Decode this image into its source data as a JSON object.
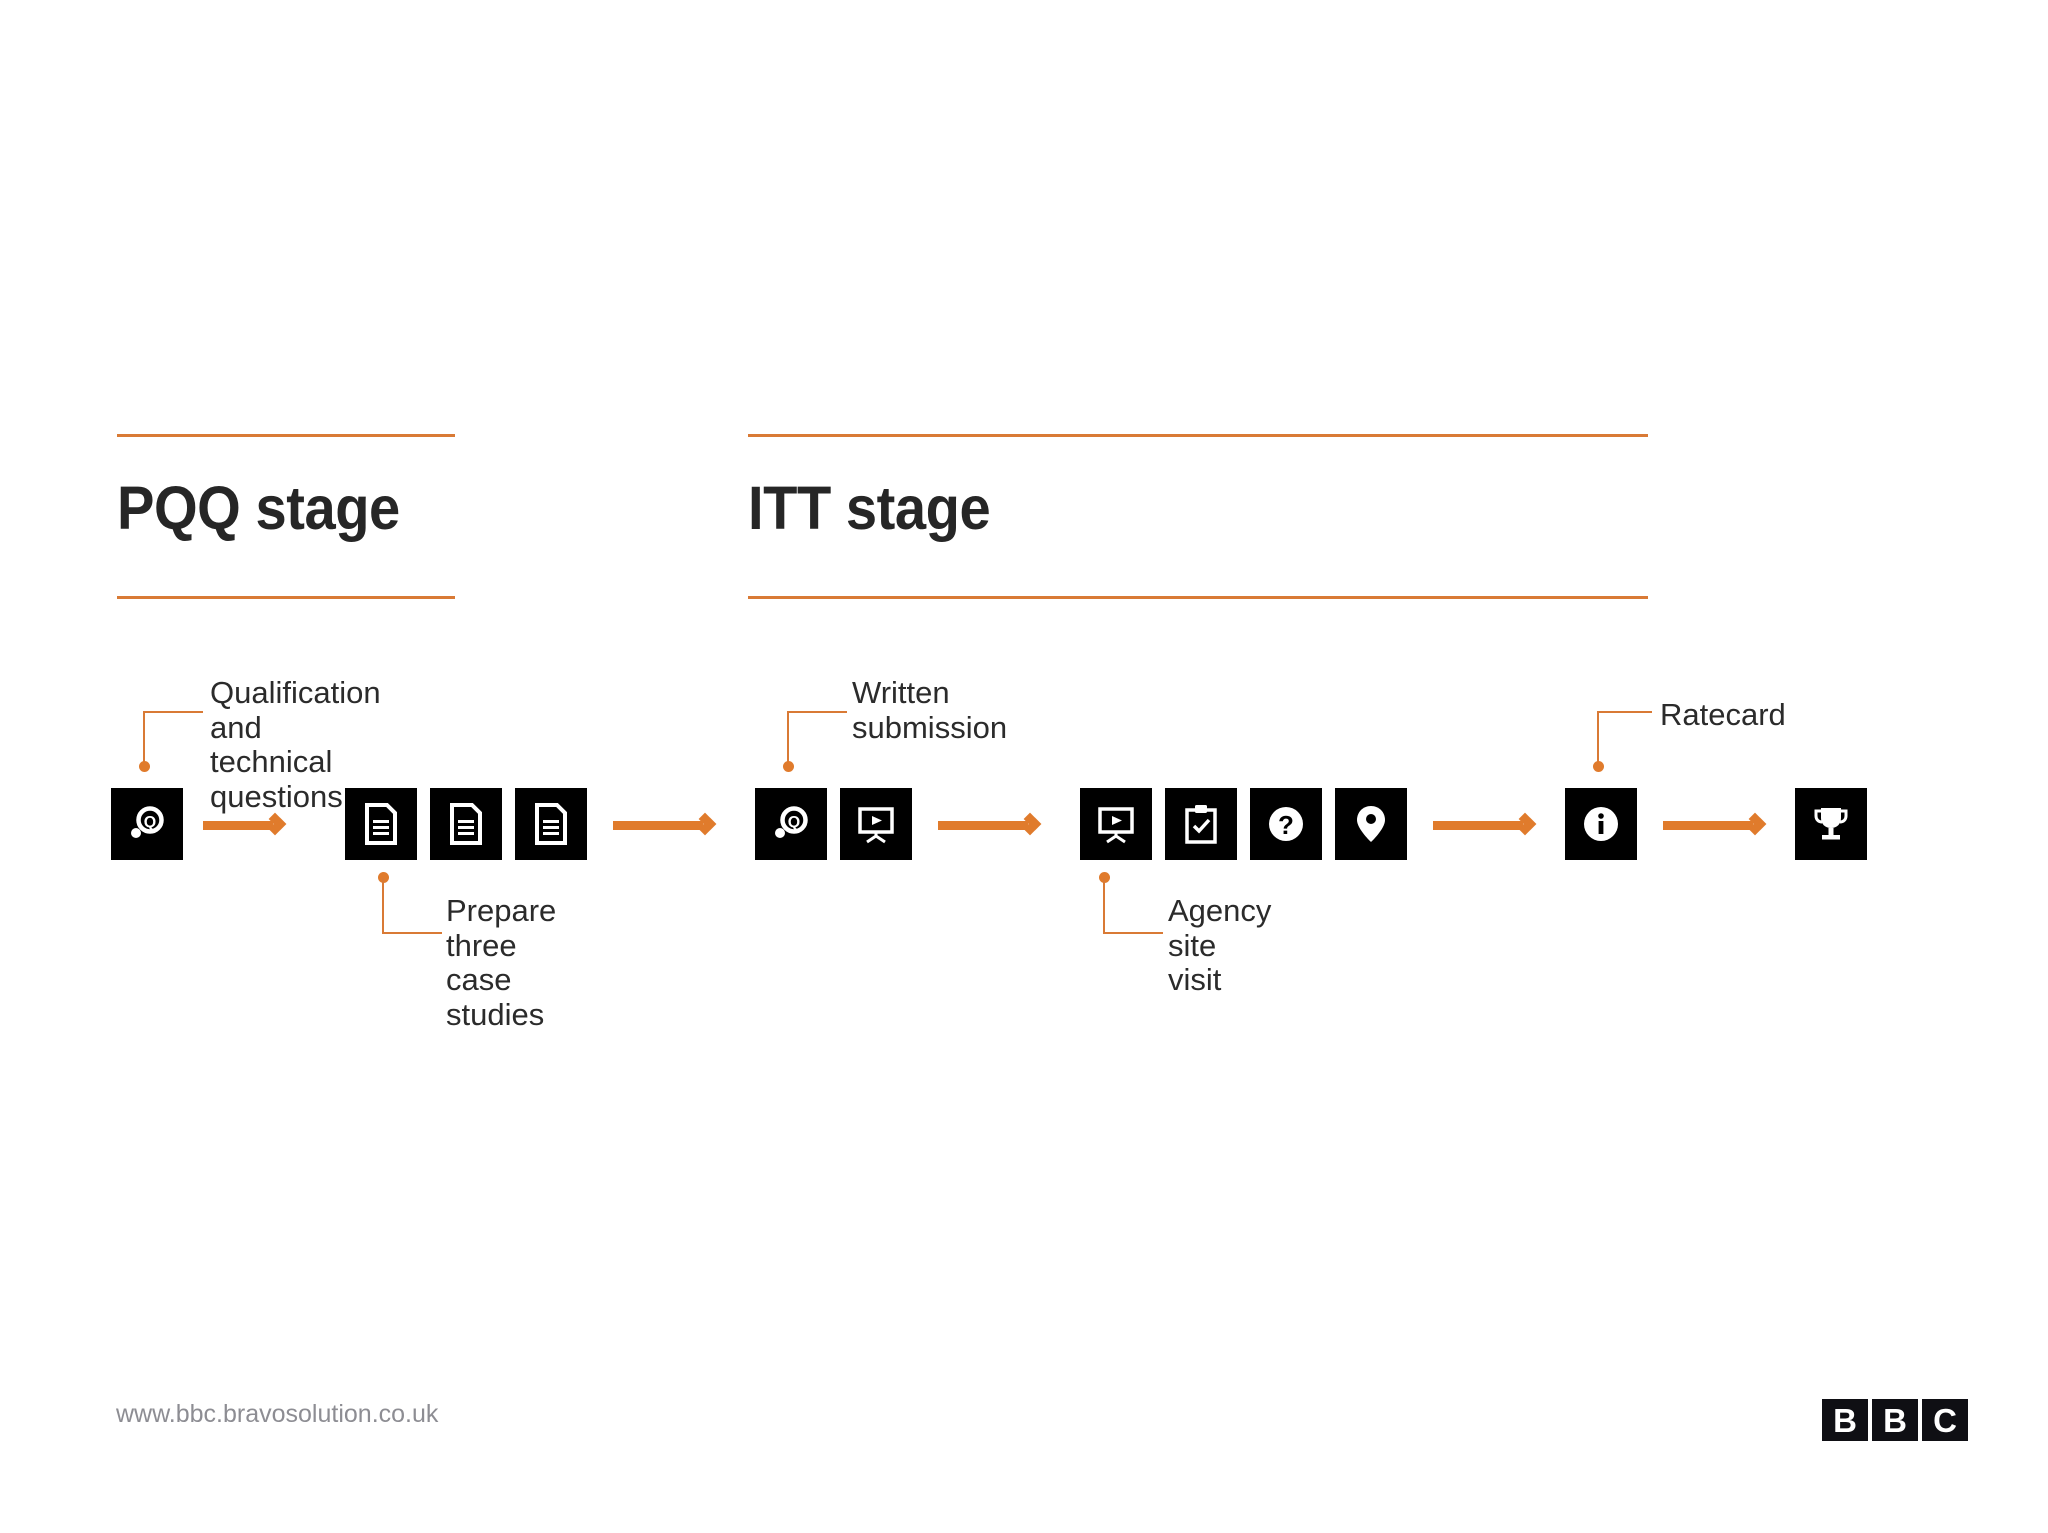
{
  "slide": {
    "background": "#ffffff",
    "accent_color": "#D97A35",
    "arrow_color": "#E07B2C",
    "tile_color": "#000000",
    "text_color": "#2b2b2b"
  },
  "stages": [
    {
      "id": "pqq",
      "title": "PQQ stage"
    },
    {
      "id": "itt",
      "title": "ITT stage"
    }
  ],
  "callouts": [
    {
      "id": "qualification",
      "text": "Qualification and\ntechnical questions",
      "position": "above"
    },
    {
      "id": "case-studies",
      "text": "Prepare three\ncase studies",
      "position": "below"
    },
    {
      "id": "written-submission",
      "text": "Written\nsubmission",
      "position": "above"
    },
    {
      "id": "agency-site-visit",
      "text": "Agency\nsite visit",
      "position": "below"
    },
    {
      "id": "ratecard",
      "text": "Ratecard",
      "position": "above"
    }
  ],
  "icon_groups": [
    {
      "id": "group-qualification",
      "icons": [
        "magnifier-q-icon"
      ]
    },
    {
      "id": "group-case-studies",
      "icons": [
        "document-icon",
        "document-icon",
        "document-icon"
      ]
    },
    {
      "id": "group-written-submission",
      "icons": [
        "magnifier-q-icon",
        "presentation-icon"
      ]
    },
    {
      "id": "group-site-visit",
      "icons": [
        "presentation-icon",
        "clipboard-check-icon",
        "question-mark-icon",
        "location-pin-icon"
      ]
    },
    {
      "id": "group-ratecard",
      "icons": [
        "info-circle-icon"
      ]
    },
    {
      "id": "group-award",
      "icons": [
        "trophy-icon"
      ]
    }
  ],
  "arrows": [
    {
      "id": "arrow-1"
    },
    {
      "id": "arrow-2"
    },
    {
      "id": "arrow-3"
    },
    {
      "id": "arrow-4"
    },
    {
      "id": "arrow-5"
    },
    {
      "id": "arrow-6"
    }
  ],
  "footer": {
    "url": "www.bbc.bravosolution.co.uk",
    "logo": [
      "B",
      "B",
      "C"
    ]
  }
}
